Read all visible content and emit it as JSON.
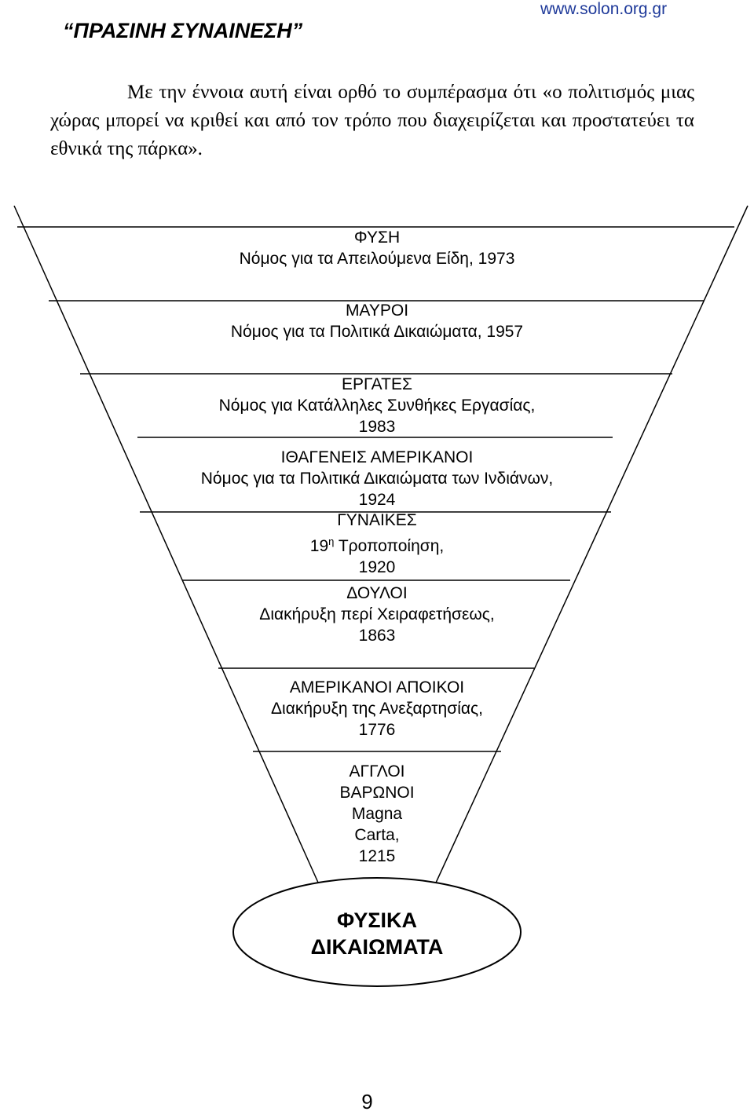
{
  "header": {
    "title": "“ΠΡΑΣΙΝΗ ΣΥΝΑΙΝΕΣΗ”",
    "url": "www.solon.org.gr"
  },
  "paragraph": "Με την έννοια αυτή είναι ορθό το συμπέρασμα ότι «ο πολιτισμός μιας χώρας μπορεί να κριθεί και από τον τρόπο που διαχειρίζεται και προστατεύει τα εθνικά της πάρκα».",
  "diagram": {
    "levels": [
      {
        "group": "ΦΥΣΗ",
        "law": "Νόμος για τα Απειλούμενα Είδη, 1973"
      },
      {
        "group": "ΜΑΥΡΟΙ",
        "law": "Νόμος για τα Πολιτικά Δικαιώματα, 1957"
      },
      {
        "group": "ΕΡΓΑΤΕΣ",
        "law": "Νόμος για Κατάλληλες Συνθήκες Εργασίας,",
        "year": "1983"
      },
      {
        "group": "ΙΘΑΓΕΝΕΙΣ ΑΜΕΡΙΚΑΝΟΙ",
        "law": "Νόμος για τα Πολιτικά Δικαιώματα των Ινδιάνων,",
        "year": "1924"
      },
      {
        "group": "ΓΥΝΑΙΚΕΣ",
        "law_prefix": "19",
        "law_sup": "η",
        "law_suffix": " Τροποποίηση,",
        "year": "1920"
      },
      {
        "group": "ΔΟΥΛΟΙ",
        "law": "Διακήρυξη περί Χειραφετήσεως,",
        "year": "1863"
      },
      {
        "group": "ΑΜΕΡΙΚΑΝΟΙ ΑΠΟΙΚΟΙ",
        "law": "Διακήρυξη της Ανεξαρτησίας,",
        "year": "1776"
      },
      {
        "group": "ΑΓΓΛΟΙ",
        "group2": "ΒΑΡΩΝΟΙ",
        "law": "Magna",
        "law2": "Carta,",
        "year": "1215"
      }
    ],
    "center": {
      "line1": "ΦΥΣΙΚΑ",
      "line2": "ΔΙΚΑΙΩΜΑΤΑ"
    }
  },
  "page_number": "9"
}
